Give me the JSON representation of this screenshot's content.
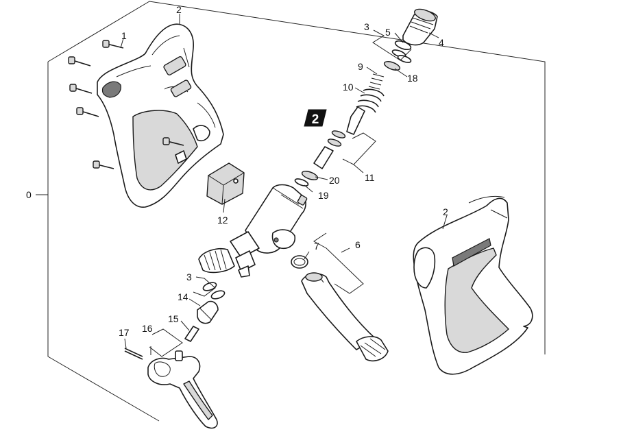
{
  "diagram": {
    "section_badge": "2",
    "callouts": [
      {
        "id": "c0",
        "text": "0"
      },
      {
        "id": "c1",
        "text": "1"
      },
      {
        "id": "c2a",
        "text": "2"
      },
      {
        "id": "c2b",
        "text": "2"
      },
      {
        "id": "c3a",
        "text": "3"
      },
      {
        "id": "c3b",
        "text": "3"
      },
      {
        "id": "c4",
        "text": "4"
      },
      {
        "id": "c5",
        "text": "5"
      },
      {
        "id": "c6",
        "text": "6"
      },
      {
        "id": "c7",
        "text": "7"
      },
      {
        "id": "c9",
        "text": "9"
      },
      {
        "id": "c10",
        "text": "10"
      },
      {
        "id": "c11",
        "text": "11"
      },
      {
        "id": "c12",
        "text": "12"
      },
      {
        "id": "c14",
        "text": "14"
      },
      {
        "id": "c15",
        "text": "15"
      },
      {
        "id": "c16",
        "text": "16"
      },
      {
        "id": "c17",
        "text": "17"
      },
      {
        "id": "c18",
        "text": "18"
      },
      {
        "id": "c19",
        "text": "19"
      },
      {
        "id": "c20",
        "text": "20"
      }
    ]
  }
}
